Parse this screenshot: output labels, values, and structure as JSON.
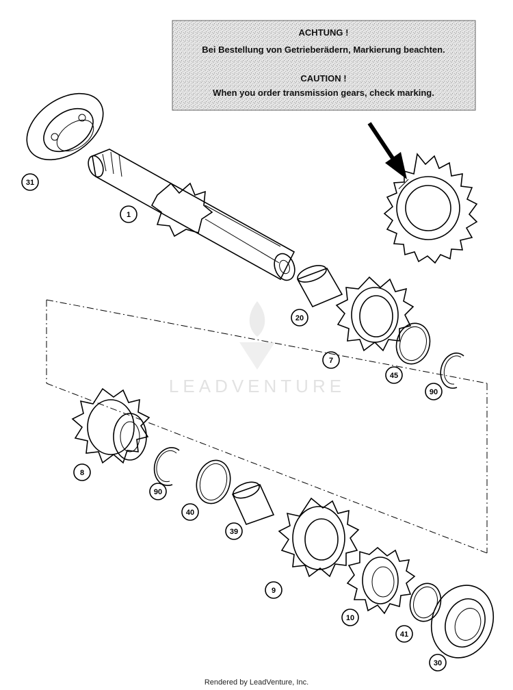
{
  "note": {
    "line1": "ACHTUNG !",
    "line2": "Bei Bestellung von Getrieberädern, Markierung beachten.",
    "line3": "CAUTION !",
    "line4": "When you order transmission gears, check marking."
  },
  "watermark": "LEADVENTURE",
  "footer": "Rendered by LeadVenture, Inc.",
  "callouts": {
    "c31": "31",
    "c1": "1",
    "c20": "20",
    "c7": "7",
    "c45": "45",
    "c90a": "90",
    "c8": "8",
    "c90b": "90",
    "c40": "40",
    "c39": "39",
    "c9": "9",
    "c10": "10",
    "c41": "41",
    "c30": "30"
  }
}
